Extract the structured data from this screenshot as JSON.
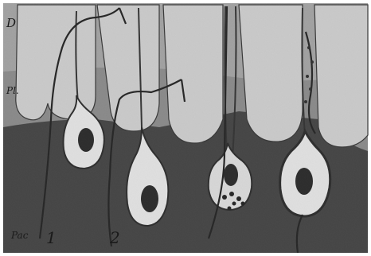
{
  "figure": {
    "labels": {
      "d": "D",
      "pl": "Pl.",
      "pac": "Pac",
      "n1": "1",
      "n2": "2"
    }
  }
}
